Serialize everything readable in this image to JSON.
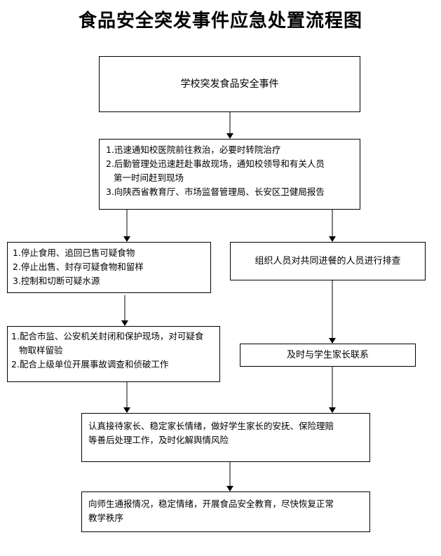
{
  "title": "食品安全突发事件应急处置流程图",
  "boxes": {
    "event": "学校突发食品安全事件",
    "initial_response": [
      "1.迅速通知校医院前往救治，必要时转院治疗",
      "2.后勤管理处迅速赶赴事故现场，通知校领导和有关人员",
      "第一时间赶到现场",
      "3.向陕西省教育厅、市场监督管理局、长安区卫健局报告"
    ],
    "containment": [
      "1.停止食用、追回已售可疑食物",
      "2.停止出售、封存可疑食物和留样",
      "3.控制和切断可疑水源"
    ],
    "screening": "组织人员对共同进餐的人员进行排查",
    "cooperation": [
      "1.配合市监、公安机关封闭和保护现场，对可疑食",
      "物取样留验",
      "2.配合上级单位开展事故调查和侦破工作"
    ],
    "contact_parents": "及时与学生家长联系",
    "aftermath": [
      "认真接待家长、稳定家长情绪，做好学生家长的安抚、保险理赔",
      "等善后处理工作，及时化解舆情风险"
    ],
    "recovery": [
      "向师生通报情况，稳定情绪，开展食品安全教育，尽快恢复正常",
      "教学秩序"
    ]
  }
}
